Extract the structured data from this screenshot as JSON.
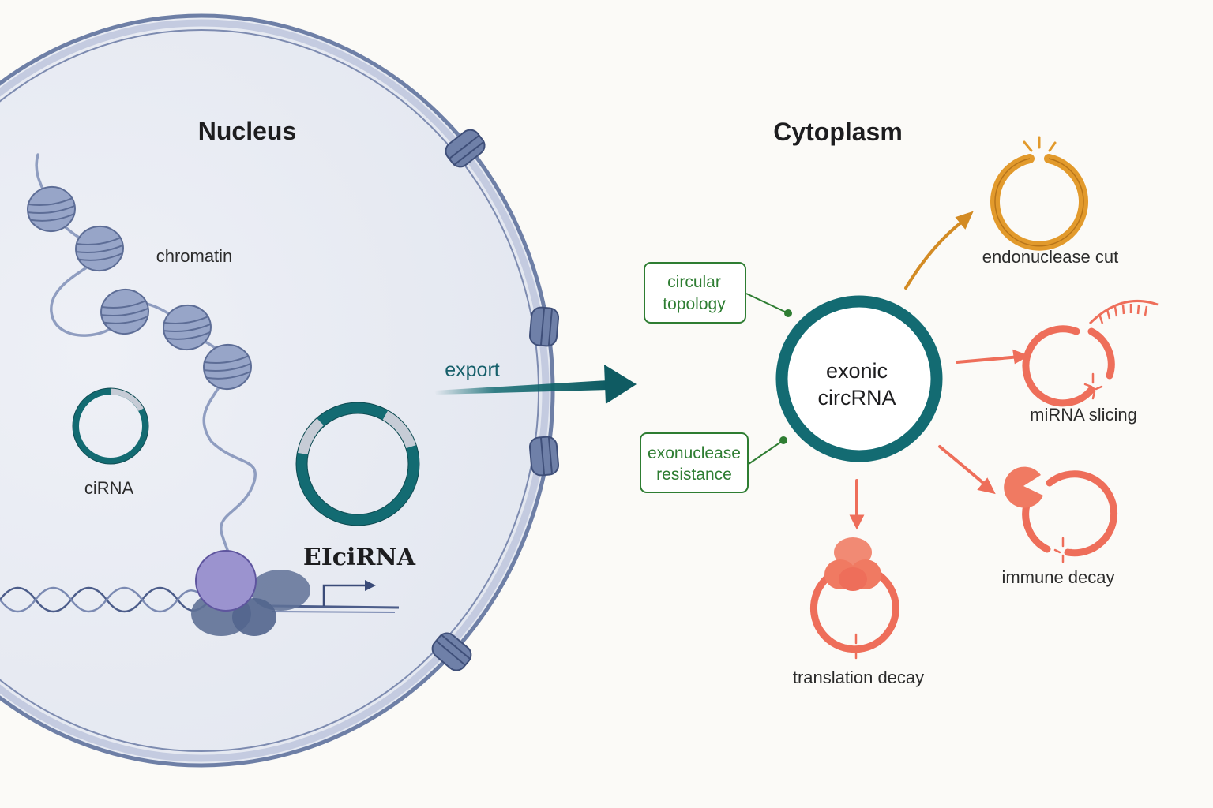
{
  "regions": {
    "nucleus": "Nucleus",
    "cytoplasm": "Cytoplasm"
  },
  "nucleus": {
    "chromatin": "chromatin",
    "cirna": "ciRNA",
    "eicirna": "EIciRNA",
    "export": "export"
  },
  "center": {
    "line1": "exonic",
    "line2": "circRNA"
  },
  "features": {
    "topology": [
      "circular",
      "topology"
    ],
    "resistance": [
      "exonuclease",
      "resistance"
    ]
  },
  "fates": {
    "endonuclease": "endonuclease cut",
    "mirna": "miRNA slicing",
    "immune": "immune decay",
    "translation": "translation decay"
  },
  "colors": {
    "teal": "#136b72",
    "orange": "#e29a2c",
    "salmon": "#ee6e5a",
    "green": "#2e7d32",
    "membrane": "#6e7fa6",
    "nucleoplasm": "#e8ebf3"
  }
}
